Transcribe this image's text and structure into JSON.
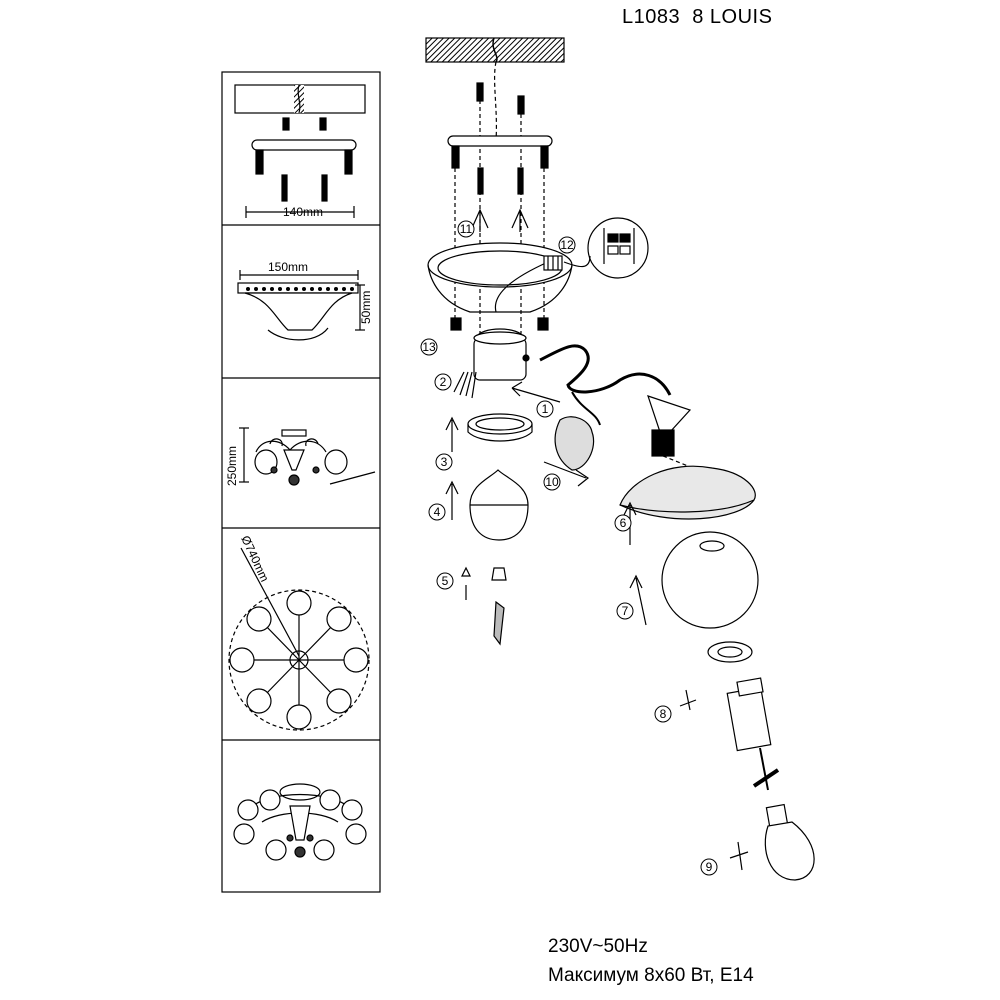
{
  "header": {
    "model": "L1083",
    "name": "8 LOUIS"
  },
  "specs": {
    "voltage": "230V~50Hz",
    "max_power": "Максимум 8x60 Вт, E14"
  },
  "dimensions": {
    "bracket_width": "140mm",
    "canopy_width": "150mm",
    "canopy_height": "50mm",
    "fixture_height": "250mm",
    "diameter": "Ø740mm"
  },
  "steps": [
    "1",
    "2",
    "3",
    "4",
    "5",
    "6",
    "7",
    "8",
    "9",
    "10",
    "11",
    "12",
    "13"
  ]
}
